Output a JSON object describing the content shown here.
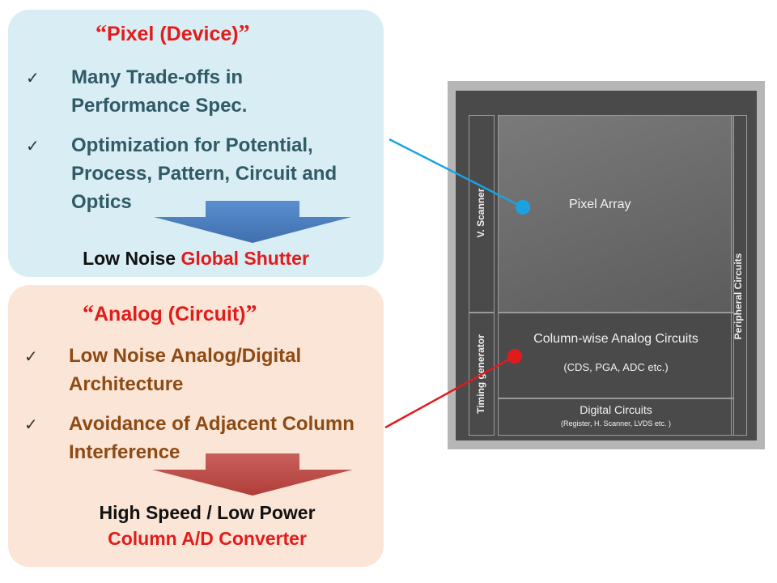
{
  "pixel": {
    "title_open": "“",
    "title": "Pixel (Device)",
    "title_close": "”",
    "bullets": [
      {
        "check": "✓",
        "lines": [
          "Many Trade-offs in",
          "Performance Spec."
        ]
      },
      {
        "check": "✓",
        "lines": [
          "Optimization for Potential,",
          "Process,  Pattern,  Circuit and",
          "Optics"
        ]
      }
    ],
    "conclusion_black": "Low Noise ",
    "conclusion_red": "Global Shutter"
  },
  "analog": {
    "title_open": "“",
    "title": "Analog (Circuit)",
    "title_close": "”",
    "bullets": [
      {
        "check": "✓",
        "lines": [
          "Low Noise Analog/Digital",
          "Architecture"
        ]
      },
      {
        "check": "✓",
        "lines": [
          "Avoidance of Adjacent Column",
          "Interference"
        ]
      }
    ],
    "conclusion_line1": "High Speed / Low Power",
    "conclusion_line2": "Column A/D Converter"
  },
  "chip": {
    "v_scanner": "V. Scanner",
    "pixel_array": "Pixel Array",
    "peripheral": "Peripheral Circuits",
    "timing": "Timing generator",
    "column_title": "Column-wise Analog Circuits",
    "column_sub": "(CDS, PGA, ADC etc.)",
    "digital_title": "Digital Circuits",
    "digital_sub": "(Register, H. Scanner, LVDS etc. )"
  },
  "colors": {
    "pixel_panel": "#d9edf4",
    "analog_panel": "#fbe5d6",
    "pixel_arrow": "#4f81bd",
    "analog_arrow": "#c0504d",
    "blue_leader": "#1aa3e0",
    "red_leader": "#e11b1b",
    "accent_red": "#e21b1b"
  }
}
